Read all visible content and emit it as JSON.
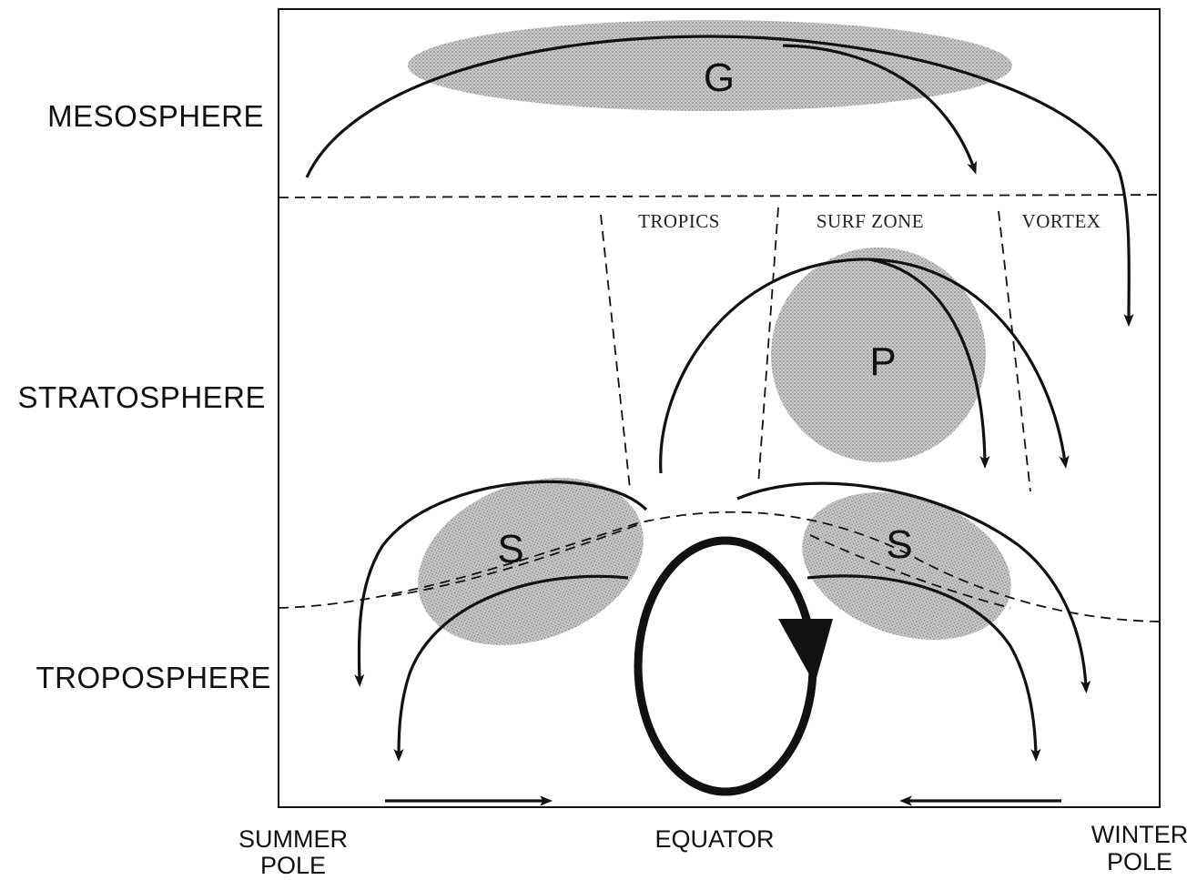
{
  "layers": {
    "mesosphere": "MESOSPHERE",
    "stratosphere": "STRATOSPHERE",
    "troposphere": "TROPOSPHERE"
  },
  "zones": {
    "tropics": "TROPICS",
    "surf_zone": "SURF ZONE",
    "vortex": "VORTEX"
  },
  "regions": {
    "mesosphere_region": "G",
    "planetary_region": "P",
    "synoptic_left": "S",
    "synoptic_right": "S"
  },
  "x_axis": {
    "summer_pole_line1": "SUMMER",
    "summer_pole_line2": "POLE",
    "equator": "EQUATOR",
    "winter_pole_line1": "WINTER",
    "winter_pole_line2": "POLE"
  },
  "colors": {
    "ink": "#111111",
    "shading": "#a9a9a9",
    "shading_dark": "#8a8a8a",
    "background": "#ffffff"
  }
}
